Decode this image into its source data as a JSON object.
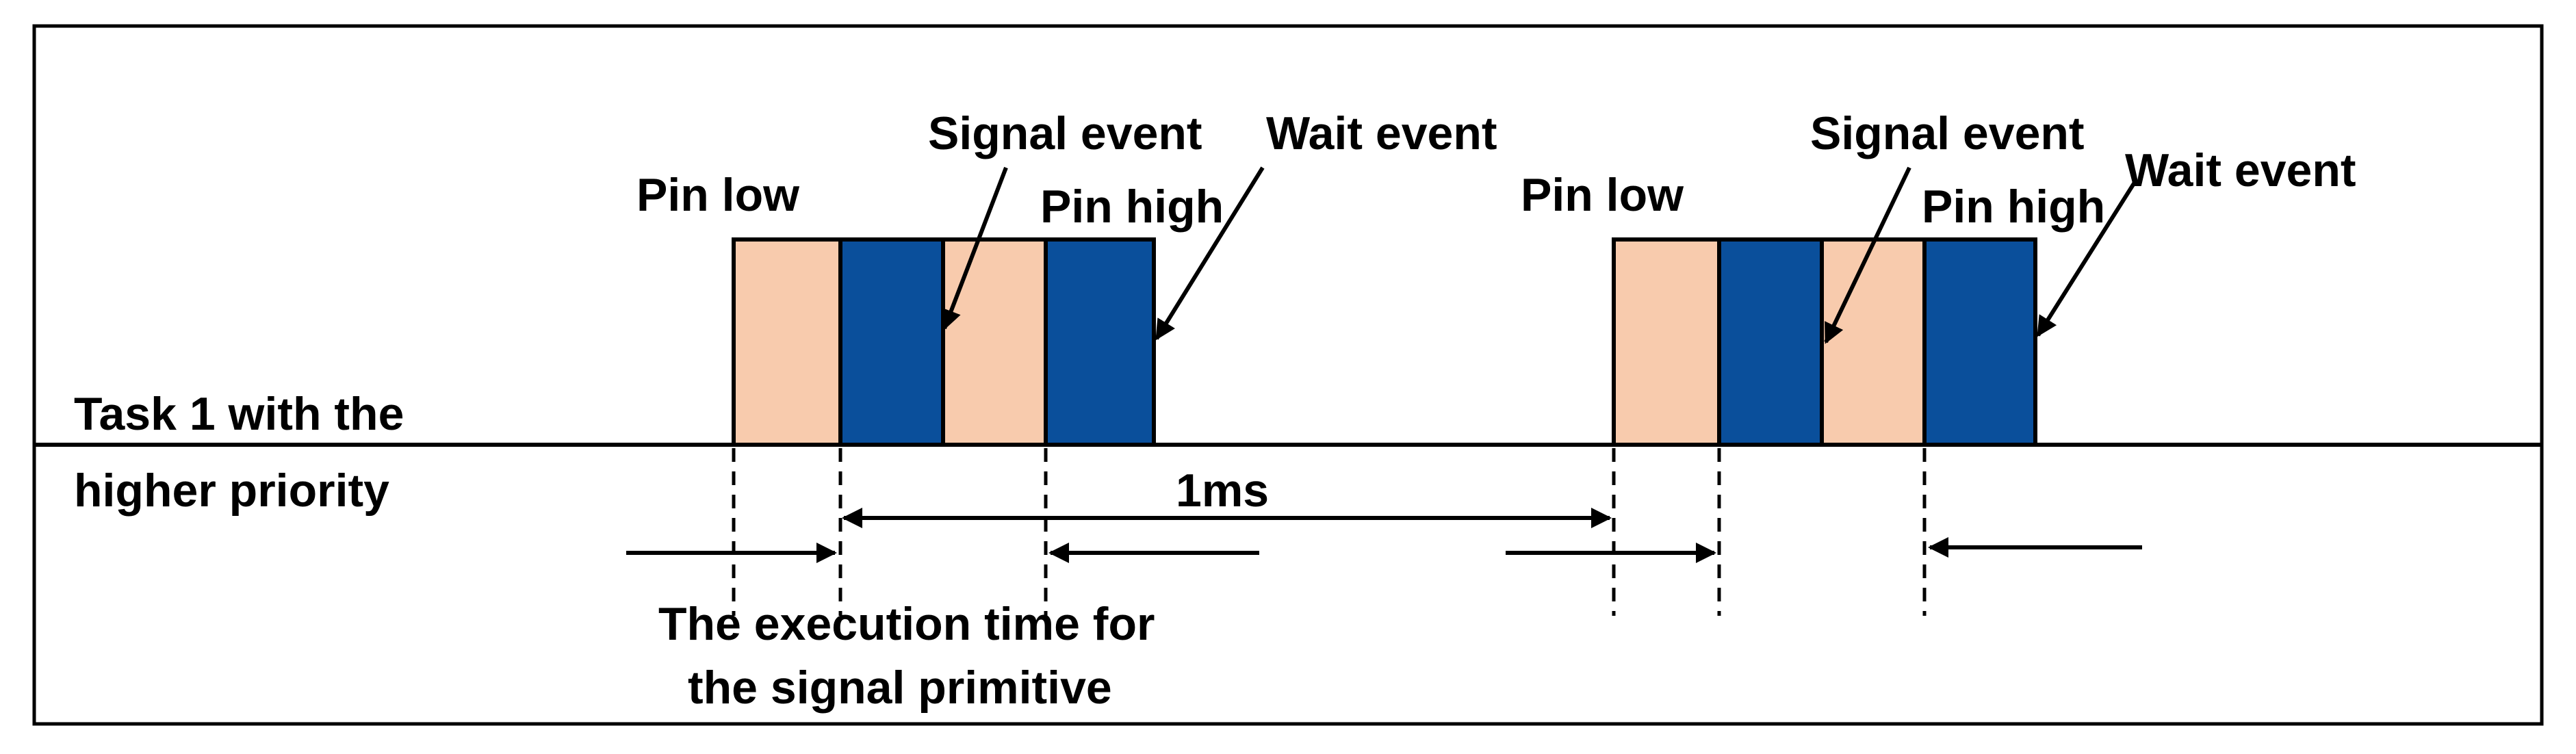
{
  "task_label": {
    "line1": "Task 1 with the",
    "line2": "higher priority"
  },
  "group1": {
    "pin_low": "Pin low",
    "signal_event": "Signal event",
    "pin_high": "Pin high",
    "wait_event": "Wait event"
  },
  "group2": {
    "pin_low": "Pin low",
    "signal_event": "Signal event",
    "pin_high": "Pin high",
    "wait_event": "Wait event"
  },
  "period_label": "1ms",
  "execution_caption": {
    "line1": "The execution time for",
    "line2": "the signal primitive"
  },
  "colors": {
    "pin_segment": "#F8CBAD",
    "event_segment": "#0A4F9B",
    "stroke": "#000000"
  }
}
